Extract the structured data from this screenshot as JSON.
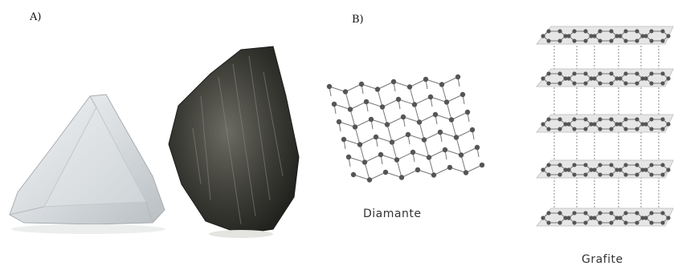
{
  "panel_a": {
    "label": "A)"
  },
  "panel_b": {
    "label": "B)"
  },
  "diamond_structure": {
    "caption": "Diamante"
  },
  "graphite_structure": {
    "caption": "Grafite"
  },
  "colors": {
    "background": "#ffffff",
    "atom": "#555555",
    "bond": "#777777",
    "diamond_crystal": "#dfe3e6",
    "graphite_mineral": "#3a3a34",
    "graphite_layer_fill": "#e6e6e6"
  }
}
